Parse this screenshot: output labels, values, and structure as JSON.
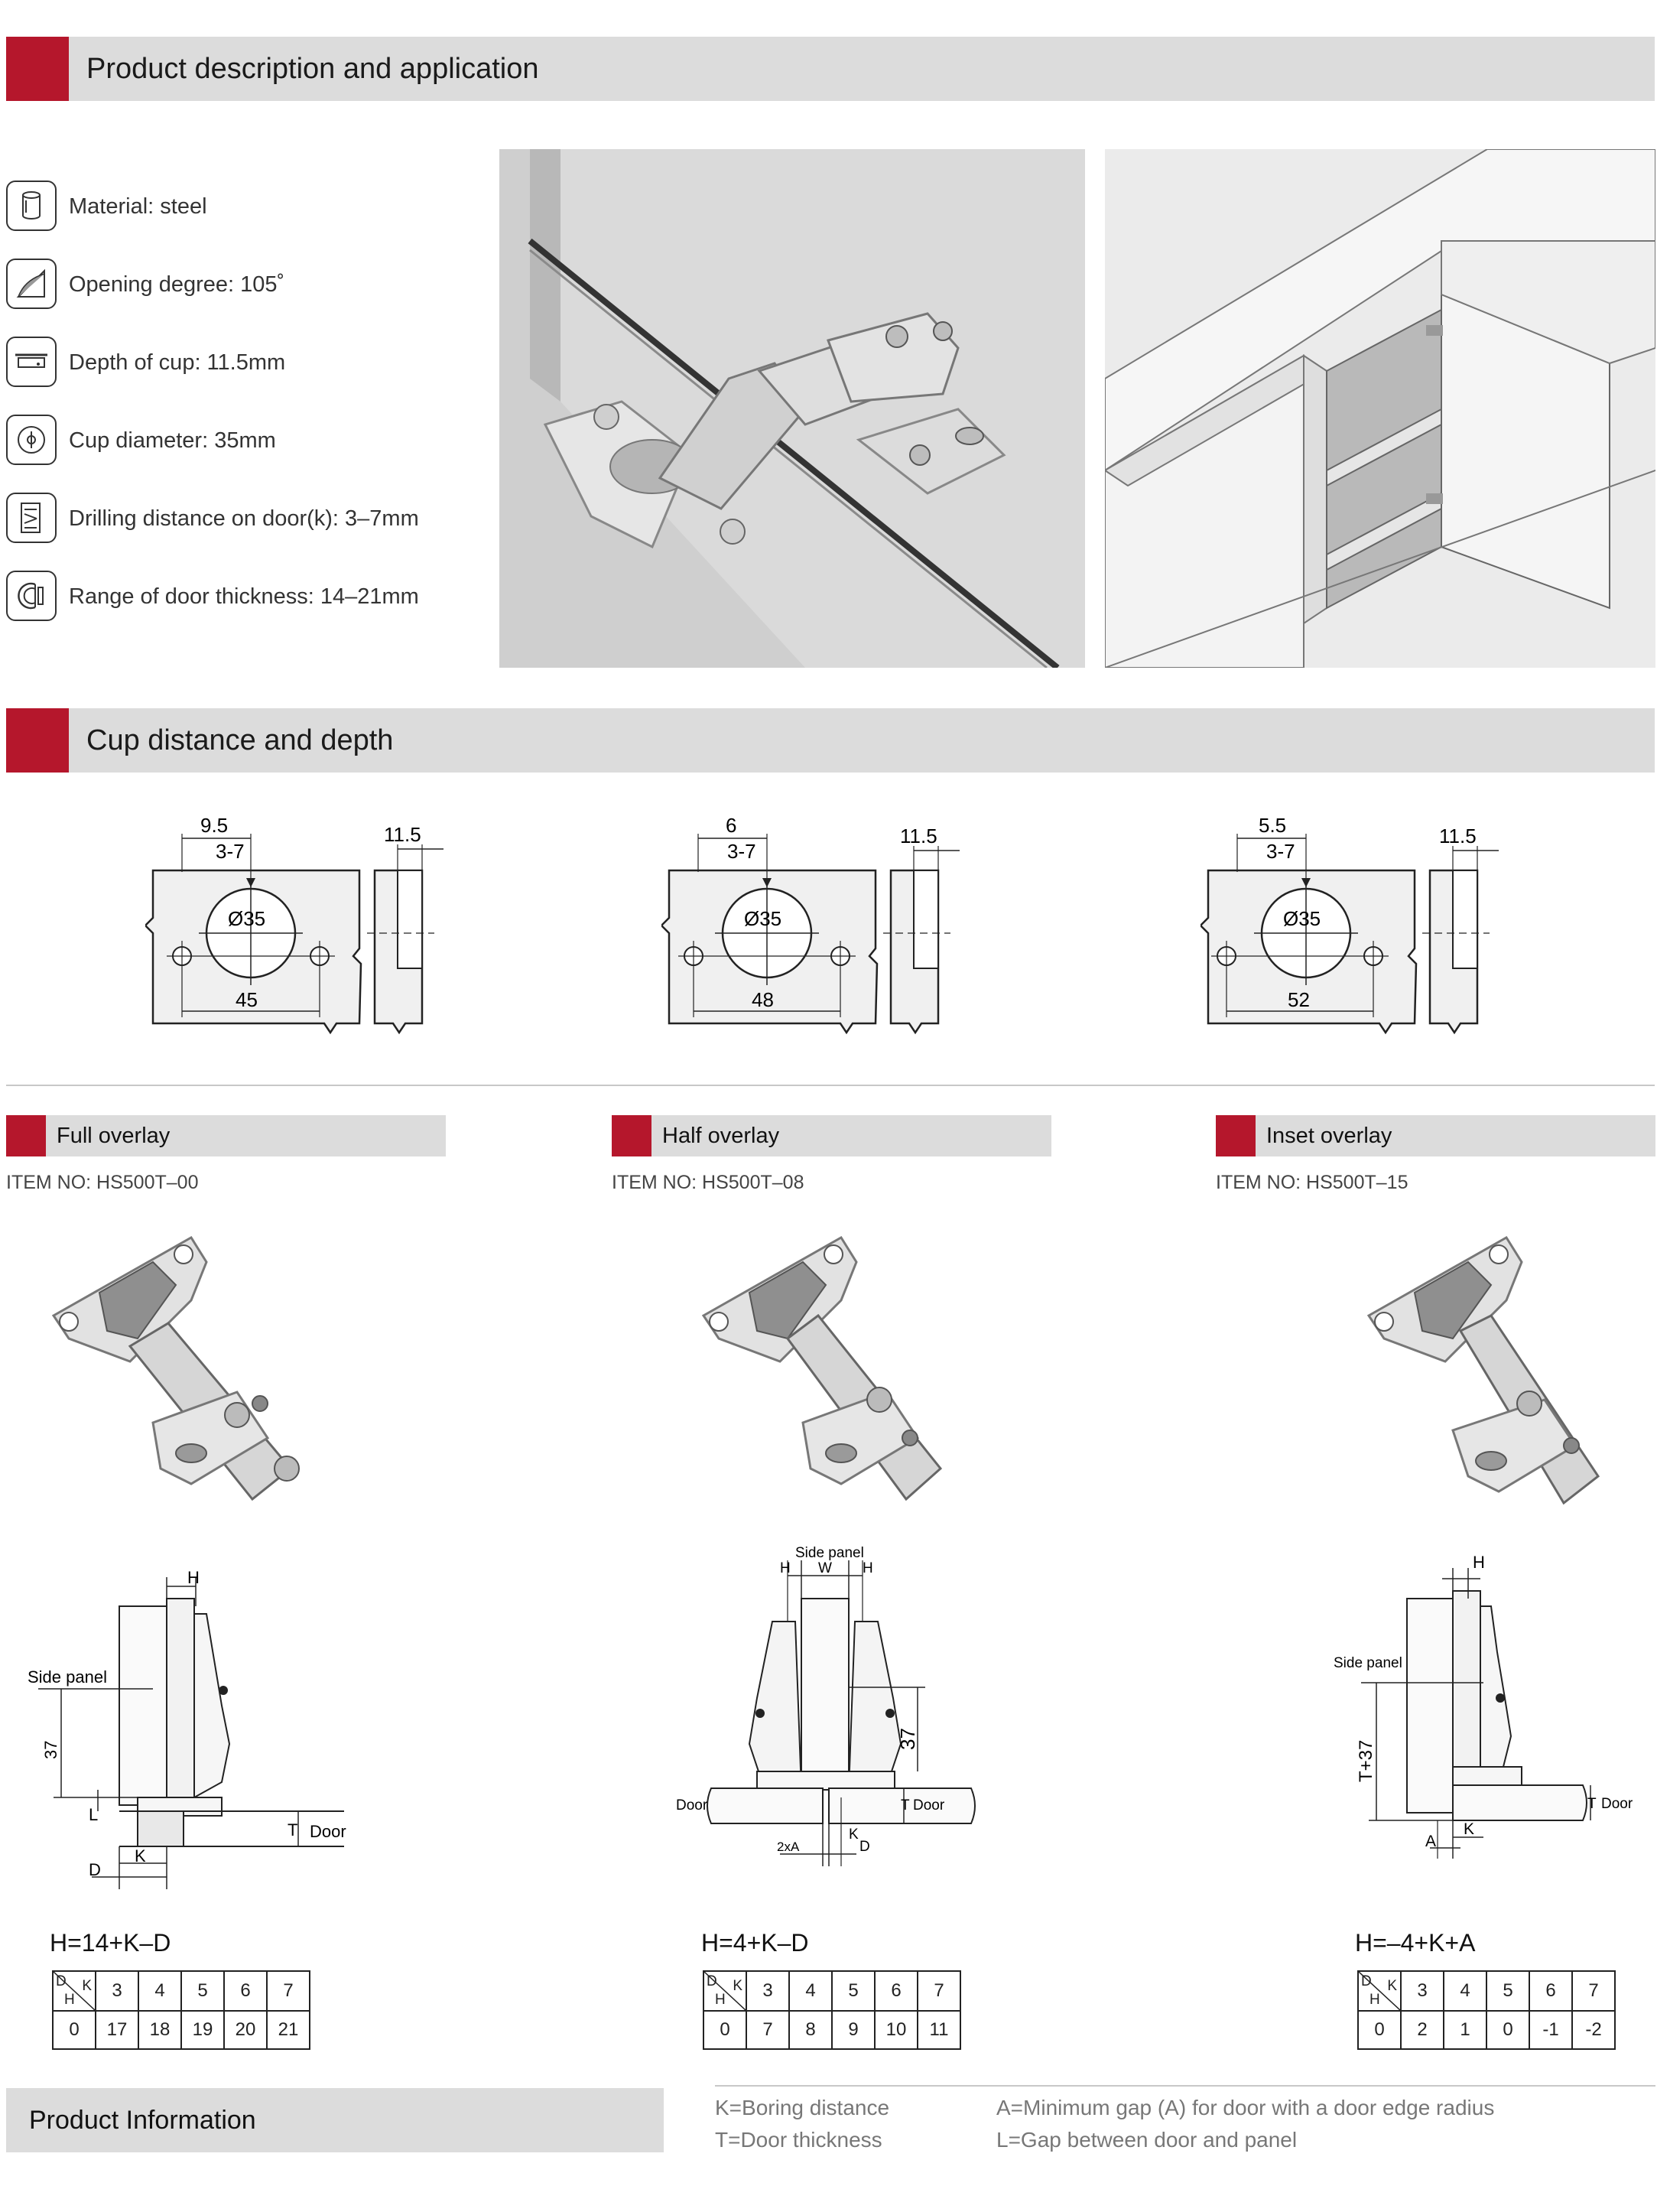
{
  "sections": {
    "product_description": "Product description and application",
    "cup_distance": "Cup distance and depth",
    "product_info": "Product Information"
  },
  "specs": [
    {
      "icon": "cylinder-icon",
      "label": "Material: steel"
    },
    {
      "icon": "opening-angle-icon",
      "label": "Opening degree: 105˚"
    },
    {
      "icon": "cup-depth-icon",
      "label": "Depth of cup: 11.5mm"
    },
    {
      "icon": "diameter-icon",
      "label": "Cup diameter: 35mm"
    },
    {
      "icon": "drilling-icon",
      "label": "Drilling distance on door(k): 3–7mm"
    },
    {
      "icon": "door-thickness-icon",
      "label": "Range of door thickness: 14–21mm"
    }
  ],
  "cup_diagrams": [
    {
      "top": "9.5",
      "sub": "3-7",
      "dia": "Ø35",
      "depth": "11.5",
      "bottom": "45"
    },
    {
      "top": "6",
      "sub": "3-7",
      "dia": "Ø35",
      "depth": "11.5",
      "bottom": "48"
    },
    {
      "top": "5.5",
      "sub": "3-7",
      "dia": "Ø35",
      "depth": "11.5",
      "bottom": "52"
    }
  ],
  "variants": [
    {
      "name": "Full overlay",
      "item_no": "ITEM NO: HS500T–00",
      "formula": "H=14+K–D",
      "labels": {
        "side_panel": "Side panel",
        "door": "Door",
        "h": "H",
        "k": "K",
        "d": "D",
        "l": "L",
        "t": "T",
        "dim": "37"
      },
      "table": {
        "d": "D",
        "k": "K",
        "h": "H",
        "k_values": [
          "3",
          "4",
          "5",
          "6",
          "7"
        ],
        "d_value": "0",
        "h_values": [
          "17",
          "18",
          "19",
          "20",
          "21"
        ]
      }
    },
    {
      "name": "Half overlay",
      "item_no": "ITEM NO: HS500T–08",
      "formula": "H=4+K–D",
      "labels": {
        "side_panel": "Side panel",
        "door": "Door",
        "door2": "Door",
        "h": "H",
        "w": "W",
        "k": "K",
        "d": "D",
        "a2": "2xA",
        "t": "T",
        "dim": "37"
      },
      "table": {
        "d": "D",
        "k": "K",
        "h": "H",
        "k_values": [
          "3",
          "4",
          "5",
          "6",
          "7"
        ],
        "d_value": "0",
        "h_values": [
          "7",
          "8",
          "9",
          "10",
          "11"
        ]
      }
    },
    {
      "name": "Inset overlay",
      "item_no": "ITEM NO: HS500T–15",
      "formula": "H=–4+K+A",
      "labels": {
        "side_panel": "Side panel",
        "door": "Door",
        "h": "H",
        "k": "K",
        "a": "A",
        "t": "T",
        "dim": "T+37"
      },
      "table": {
        "d": "D",
        "k": "K",
        "h": "H",
        "k_values": [
          "3",
          "4",
          "5",
          "6",
          "7"
        ],
        "d_value": "0",
        "h_values": [
          "2",
          "1",
          "0",
          "-1",
          "-2"
        ]
      }
    }
  ],
  "legend": {
    "k": "K=Boring distance",
    "t": "T=Door thickness",
    "a": "A=Minimum gap (A) for door with a door edge radius",
    "l": "L=Gap between door and panel"
  },
  "colors": {
    "accent": "#b5172c",
    "bar": "#dcdcdc"
  }
}
